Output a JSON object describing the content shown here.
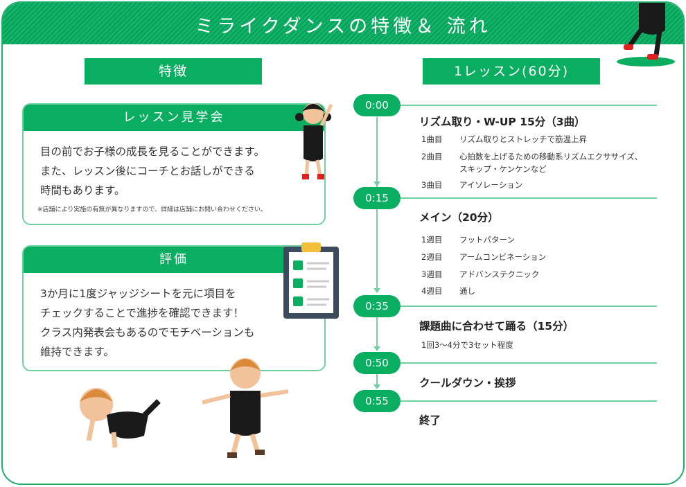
{
  "title": "ミライクダンスの特徴＆ 流れ",
  "features": {
    "tag": "特徴",
    "boxes": [
      {
        "title": "レッスン見学会",
        "lines": [
          "目の前でお子様の成長を見ることができます。",
          "また、レッスン後にコーチとお話しができる",
          "時間もあります。"
        ],
        "note": "※店舗により実施の有無が異なりますので、詳細は店舗にお問い合わせください。"
      },
      {
        "title": "評価",
        "lines": [
          "3か月に1度ジャッジシートを元に項目を",
          "チェックすることで進捗を確認できます！",
          "クラス内発表会もあるのでモチベーションも",
          "維持できます。"
        ]
      }
    ]
  },
  "flow": {
    "tag": "1レッスン(60分)",
    "times": [
      "0:00",
      "0:15",
      "0:35",
      "0:50",
      "0:55"
    ],
    "sections": [
      {
        "title": "リズム取り・W-UP 15分（3曲）",
        "rows": [
          [
            "1曲目",
            "リズム取りとストレッチで筋温上昇"
          ],
          [
            "2曲目",
            "心拍数を上げるための移動系リズムエクササイズ、"
          ],
          [
            "",
            "スキップ・ケンケンなど"
          ],
          [
            "3曲目",
            "アイソレーション"
          ]
        ]
      },
      {
        "title": "メイン（20分）",
        "rows": [
          [
            "1週目",
            "フットパターン"
          ],
          [
            "2週目",
            "アームコンビネーション"
          ],
          [
            "3週目",
            "アドバンステクニック"
          ],
          [
            "4週目",
            "通し"
          ]
        ]
      },
      {
        "title": "課題曲に合わせて踊る（15分）",
        "rows": [
          [
            "1回3〜4分で3セット程度",
            ""
          ]
        ]
      },
      {
        "title": "クールダウン・挨拶",
        "rows": []
      },
      {
        "title": "終了",
        "rows": []
      }
    ]
  },
  "colors": {
    "accent": "#0aae60",
    "line": "#6fd0a2"
  }
}
